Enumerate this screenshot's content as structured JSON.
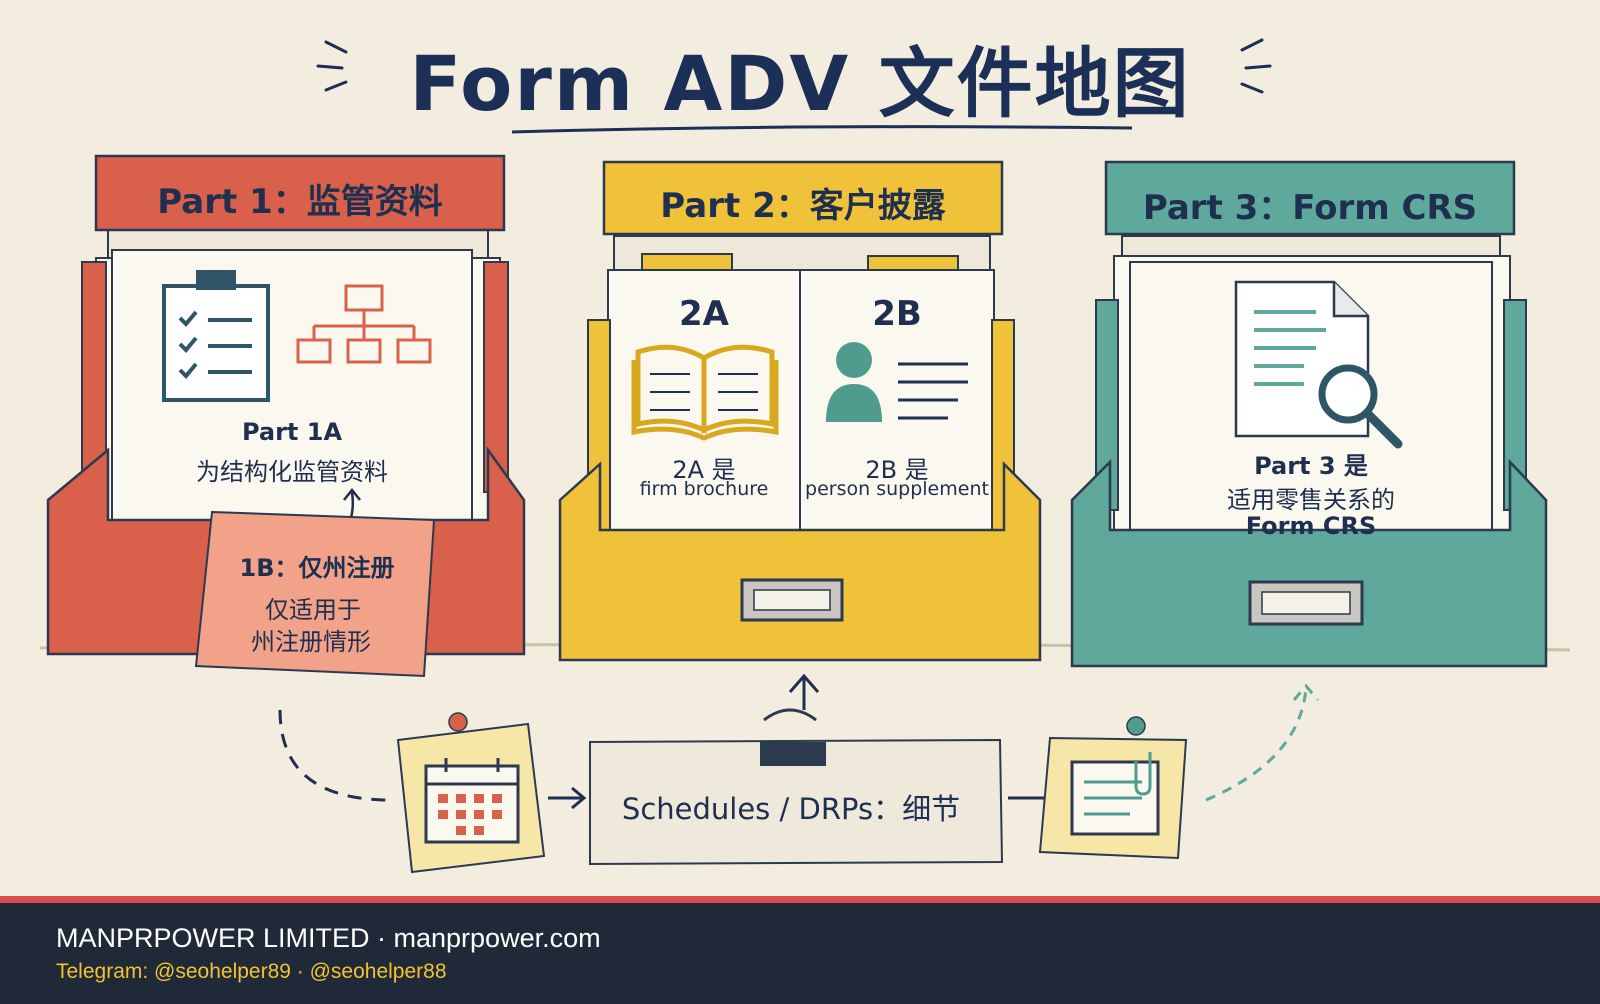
{
  "title": "Form ADV 文件地图",
  "part1": {
    "tab": "Part 1：监管资料",
    "doc_title": "Part 1A",
    "doc_desc": "为结构化监管资料",
    "note_lines": [
      "1B：仅州注册",
      "仅适用于",
      "州注册情形"
    ]
  },
  "part2": {
    "tab": "Part 2：客户披露",
    "doc_a_title": "2A",
    "doc_a_line1": "2A 是",
    "doc_a_line2": "firm brochure",
    "doc_b_title": "2B",
    "doc_b_line1": "2B 是",
    "doc_b_line2": "person supplement"
  },
  "part3": {
    "tab": "Part 3：Form CRS",
    "doc_lines": [
      "Part 3 是",
      "适用零售关系的",
      "Form CRS"
    ]
  },
  "schedules": "Schedules / DRPs：细节",
  "colors": {
    "part1": "#d9604a",
    "part2": "#f0c23a",
    "part3": "#5fa89c",
    "ink": "#1e2f4f",
    "footer_bg": "#1f2937",
    "footer_accent": "#de4a4a",
    "telegram": "#f2c230"
  },
  "icons": [
    "clipboard-checklist-icon",
    "org-chart-icon",
    "open-book-icon",
    "person-profile-icon",
    "document-magnifier-icon",
    "calendar-icon",
    "notepad-paperclip-icon",
    "binder-clip-icon",
    "push-pin-icon"
  ],
  "footer": {
    "company": "MANPRPOWER LIMITED · manprpower.com",
    "telegram": "Telegram: @seohelper89 · @seohelper88"
  }
}
